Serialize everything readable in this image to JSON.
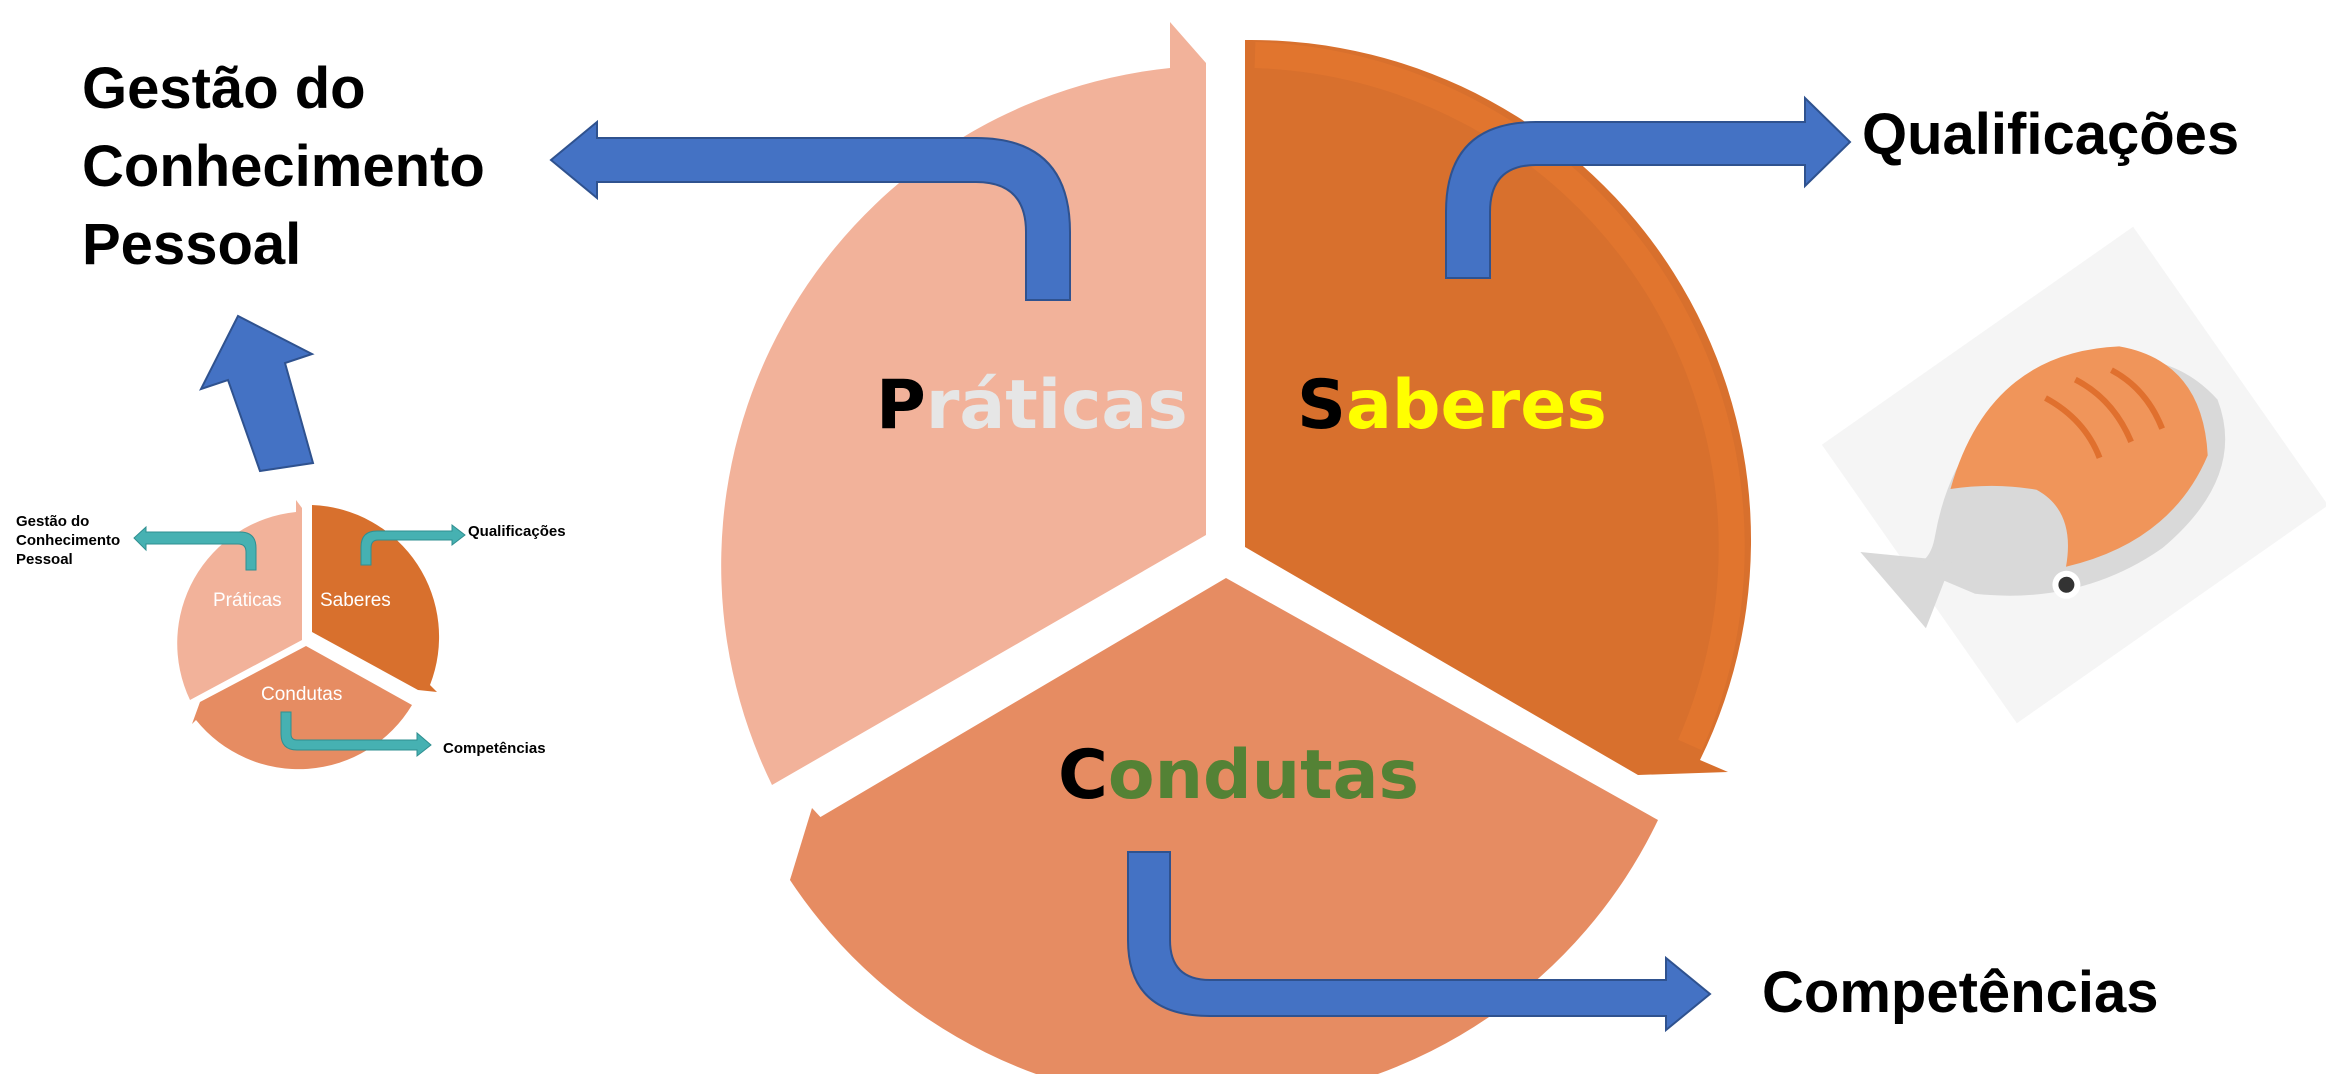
{
  "colors": {
    "praticas": "#f2b29a",
    "saberes": "#d8702d",
    "condutas": "#e68c62",
    "arrow_blue": "#4472c4",
    "arrow_teal": "#46b1b2",
    "saberes_highlight": "#ffff00",
    "condutas_highlight": "#548235",
    "praticas_highlight": "#e6e6e6"
  },
  "labels": {
    "gestao_line1": "Gestão do",
    "gestao_line2": "Conhecimento",
    "gestao_line3": "Pessoal",
    "qualificacoes": "Qualificações",
    "competencias": "Competências"
  },
  "segments": {
    "praticas": {
      "first": "P",
      "rest": "ráticas"
    },
    "saberes": {
      "first": "S",
      "rest": "aberes"
    },
    "condutas": {
      "first": "C",
      "rest": "ondutas"
    }
  },
  "mini": {
    "gestao_line1": "Gestão do",
    "gestao_line2": "Conhecimento",
    "gestao_line3": "Pessoal",
    "qualificacoes": "Qualificações",
    "competencias": "Competências",
    "praticas": "Práticas",
    "saberes": "Saberes",
    "condutas": "Condutas"
  },
  "icons": [
    "fish-icon"
  ]
}
